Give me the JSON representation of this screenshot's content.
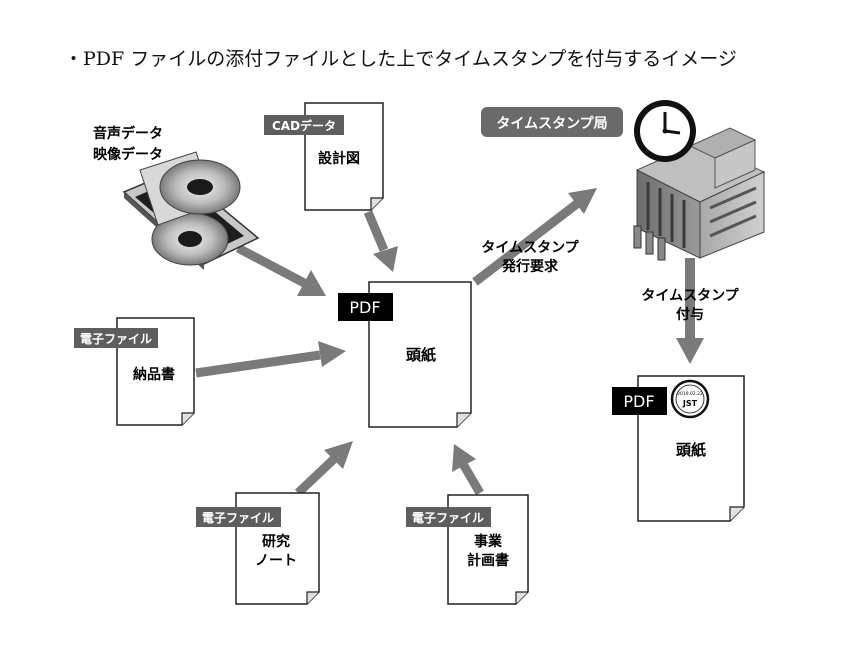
{
  "title": "・PDF ファイルの添付ファイルとした上でタイムスタンプを付与するイメージ",
  "media": {
    "line1": "音声データ",
    "line2": "映像データ"
  },
  "cad_doc": {
    "tag": "CADデータ",
    "name": "設計図"
  },
  "delivery_doc": {
    "tag": "電子ファイル",
    "name": "納品書"
  },
  "research_doc": {
    "tag": "電子ファイル",
    "name_line1": "研究",
    "name_line2": "ノート"
  },
  "plan_doc": {
    "tag": "電子ファイル",
    "name_line1": "事業",
    "name_line2": "計画書"
  },
  "center_pdf": {
    "tag": "PDF",
    "name": "頭紙"
  },
  "request": {
    "line1": "タイムスタンプ",
    "line2": "発行要求"
  },
  "authority": {
    "label": "タイムスタンプ局"
  },
  "grant": {
    "line1": "タイムスタンプ",
    "line2": "付与"
  },
  "result_pdf": {
    "tag": "PDF",
    "name": "頭紙",
    "seal_date": "2019.02.22",
    "seal_text": "JST"
  }
}
